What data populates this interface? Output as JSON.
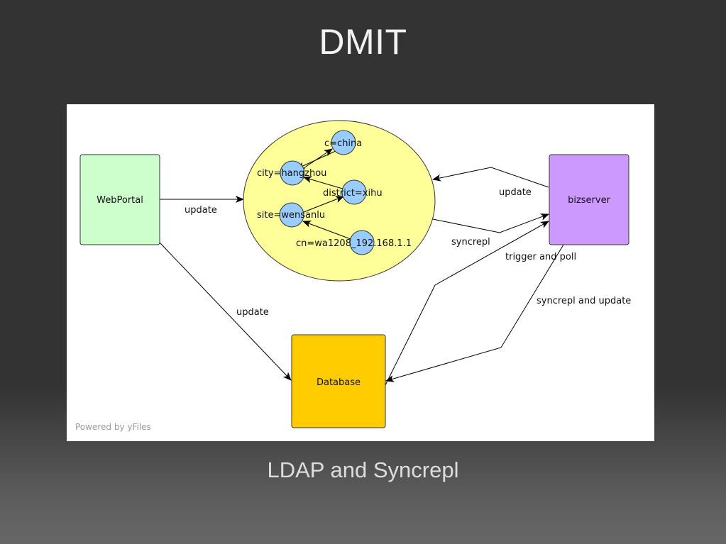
{
  "slide": {
    "title": "DMIT",
    "subtitle": "LDAP and Syncrepl"
  },
  "diagram": {
    "nodes": {
      "webportal": {
        "label": "WebPortal",
        "color": "#ccffcc"
      },
      "bizserver": {
        "label": "bizserver",
        "color": "#cc99ff"
      },
      "database": {
        "label": "Database",
        "color": "#ffcc00"
      },
      "ldap_tree": {
        "color": "#ffff99"
      }
    },
    "ldap_entries": [
      {
        "id": "c",
        "label": "c=china"
      },
      {
        "id": "city",
        "label": "city=hangzhou"
      },
      {
        "id": "district",
        "label": "district=xihu"
      },
      {
        "id": "site",
        "label": "site=wensanlu"
      },
      {
        "id": "cn",
        "label": "cn=wa1208_192.168.1.1"
      }
    ],
    "ldap_node_color": "#99ccff",
    "edges": [
      {
        "id": "webportal-ldap",
        "label": "update"
      },
      {
        "id": "webportal-db",
        "label": "update"
      },
      {
        "id": "biz-ldap",
        "label": "update"
      },
      {
        "id": "ldap-biz",
        "label": "syncrepl"
      },
      {
        "id": "db-biz",
        "label": "trigger and poll"
      },
      {
        "id": "biz-db",
        "label": "syncrepl and update"
      }
    ],
    "footer": "Powered by yFiles"
  }
}
